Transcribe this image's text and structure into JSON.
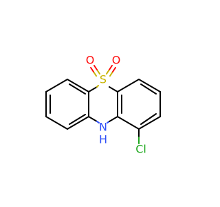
{
  "molecule": {
    "colors": {
      "carbon_bond": "#000000",
      "sulfur": "#c8b400",
      "oxygen": "#ff0d0d",
      "nitrogen": "#3050f8",
      "chlorine": "#1fa81f"
    },
    "atoms": {
      "sulfur": {
        "label": "S",
        "color": "#c8b400"
      },
      "oxygen_left": {
        "label": "O",
        "color": "#ff0d0d"
      },
      "oxygen_right": {
        "label": "O",
        "color": "#ff0d0d"
      },
      "nitrogen": {
        "label": "N",
        "color": "#3050f8"
      },
      "hydrogen": {
        "label": "H",
        "color": "#3050f8"
      },
      "chlorine": {
        "label": "Cl",
        "color": "#1fa81f"
      }
    }
  }
}
